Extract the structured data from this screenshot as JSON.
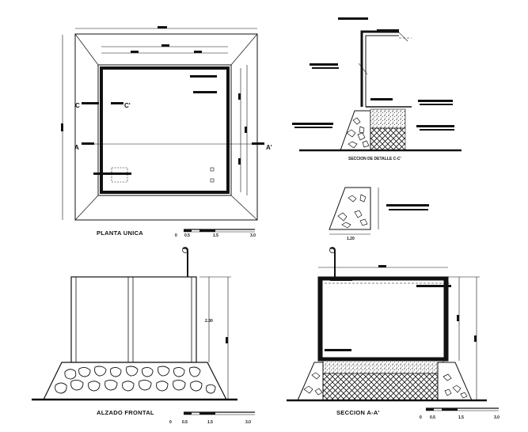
{
  "views": {
    "plan": {
      "title": "PLANTA UNICA",
      "cut_a_left": "A",
      "cut_a_right": "A'",
      "cut_c_left": "C",
      "cut_c_right": "C'"
    },
    "detail": {
      "title": "SECCION DE DETALLE C-C'"
    },
    "front": {
      "title": "ALZADO FRONTAL",
      "dim_height": "2.30"
    },
    "section_aa": {
      "title": "SECCION A-A'"
    },
    "wall_detail": {
      "dim_base": "1.20"
    }
  },
  "scale_bar": {
    "ticks": [
      "0",
      "0.5",
      "1.5",
      "3.0"
    ]
  },
  "colors": {
    "line": "#111111",
    "paper": "#ffffff",
    "gravel": "#777777"
  }
}
